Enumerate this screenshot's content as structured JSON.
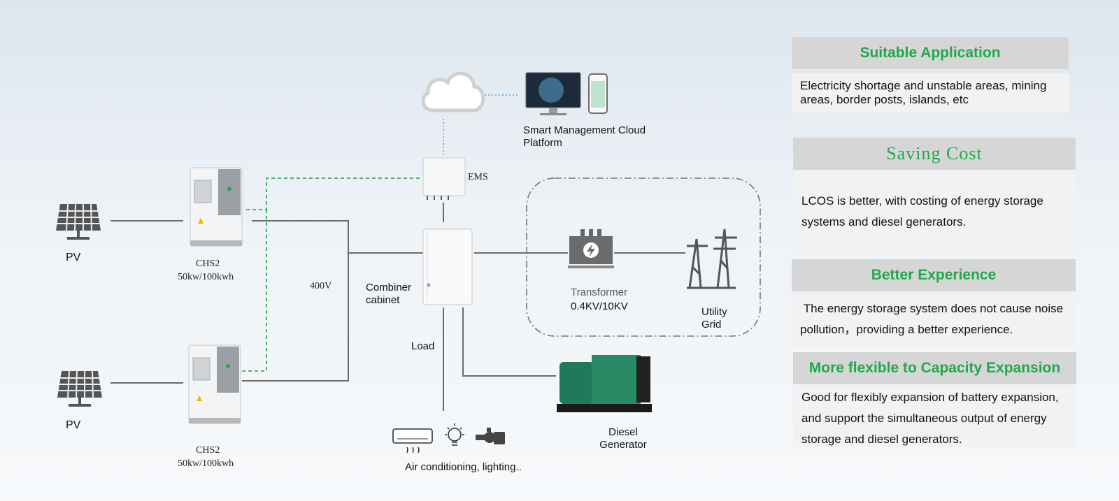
{
  "diagram": {
    "pv_top": "PV",
    "pv_bottom": "PV",
    "chs_top_name": "CHS2",
    "chs_top_spec": "50kw/100kwh",
    "chs_bottom_name": "CHS2",
    "chs_bottom_spec": "50kw/100kwh",
    "voltage": "400V",
    "combiner": "Combiner cabinet",
    "ems": "EMS",
    "cloud_platform": "Smart Management Cloud Platform",
    "transformer": "Transformer",
    "transformer_spec": "0.4KV/10KV",
    "utility_grid": "Utility Grid",
    "load": "Load",
    "load_devices": "Air conditioning, lighting..",
    "diesel": "Diesel Generator"
  },
  "panels": {
    "suitable_title": "Suitable Application",
    "suitable_body": "Electricity shortage and unstable areas, mining areas,  border posts, islands, etc",
    "saving_title": "Saving Cost",
    "saving_body": "LCOS is better, with costing of energy storage systems  and diesel generators.",
    "experience_title": "Better Experience",
    "experience_body": " The energy storage system does not cause noise pollution，providing a better experience.",
    "flexible_title": "More flexible to Capacity Expansion",
    "flexible_body": "Good for flexibly expansion of battery expansion, and support the simultaneous output of energy storage and diesel generators."
  },
  "colors": {
    "accent_green": "#1faa4a",
    "panel_header": "#d6d6d6",
    "panel_body": "#f2f2f2",
    "line_gray": "#6b6b6b",
    "comm_green": "#1a9e3a",
    "comm_blue": "#4aa3d8"
  }
}
